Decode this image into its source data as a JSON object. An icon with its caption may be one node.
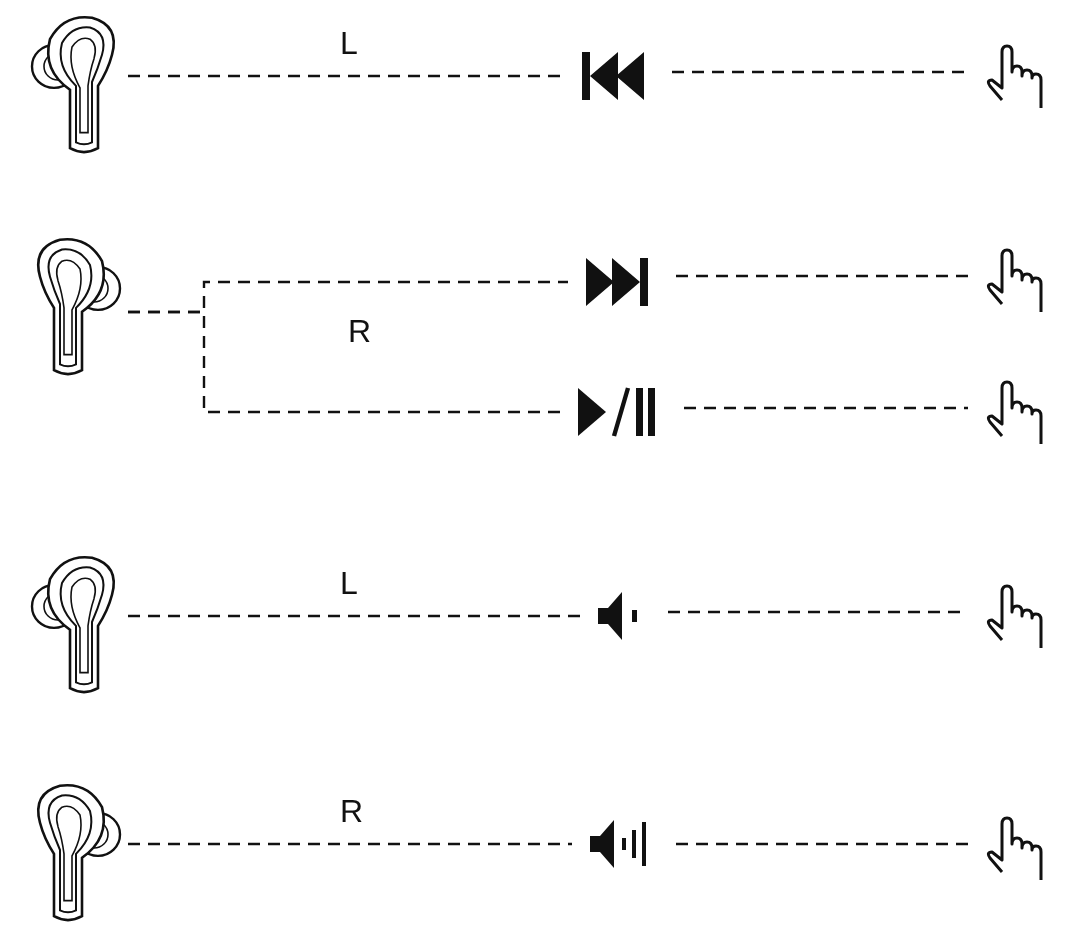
{
  "diagram": {
    "nodes": [
      {
        "text": [],
        "shape": "picture"
      },
      {
        "text": [],
        "shape": "icon"
      },
      {
        "text": [],
        "shape": "icon"
      },
      {
        "text": [],
        "shape": "picture"
      },
      {
        "text": [],
        "shape": "icon"
      },
      {
        "text": [],
        "shape": "icon"
      },
      {
        "text": [],
        "shape": "icon"
      },
      {
        "text": [],
        "shape": "icon"
      },
      {
        "text": [],
        "shape": "picture"
      },
      {
        "text": [],
        "shape": "icon"
      },
      {
        "text": [],
        "shape": "icon"
      },
      {
        "text": [],
        "shape": "picture"
      },
      {
        "text": [],
        "shape": "icon"
      },
      {
        "text": [],
        "shape": "icon"
      }
    ],
    "edges": [
      {
        "from": 0,
        "to": 1,
        "arrow": "none",
        "label": "L",
        "style": "dashed"
      },
      {
        "from": 1,
        "to": 2,
        "arrow": "none",
        "style": "dashed"
      },
      {
        "from": 3,
        "to": 4,
        "arrow": "none",
        "style": "dashed"
      },
      {
        "from": 4,
        "to": 5,
        "arrow": "none",
        "style": "dashed"
      },
      {
        "from": 3,
        "to": 6,
        "arrow": "none",
        "style": "dashed"
      },
      {
        "from": 6,
        "to": 7,
        "arrow": "none",
        "style": "dashed"
      },
      {
        "from": 8,
        "to": 9,
        "arrow": "none",
        "label": "L",
        "style": "dashed"
      },
      {
        "from": 9,
        "to": 10,
        "arrow": "none",
        "style": "dashed"
      },
      {
        "from": 11,
        "to": 12,
        "arrow": "none",
        "label": "R",
        "style": "dashed"
      },
      {
        "from": 12,
        "to": 13,
        "arrow": "none",
        "style": "dashed"
      }
    ],
    "labels": [
      "R"
    ]
  }
}
